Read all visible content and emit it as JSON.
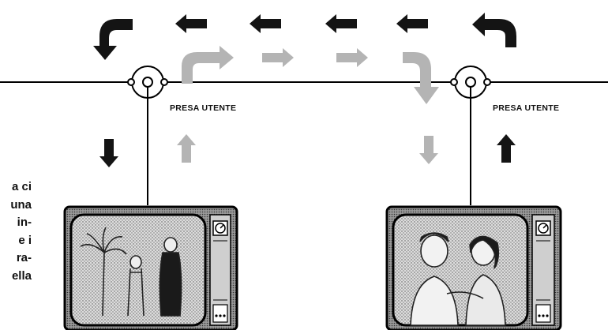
{
  "labels": {
    "outlet_left": "PRESA UTENTE",
    "outlet_right": "PRESA UTENTE"
  },
  "side_text_fragments": [
    "a ci",
    "una",
    "in-",
    "e i",
    "ra-",
    "ella"
  ],
  "colors": {
    "dark_arrow": "#141414",
    "light_arrow": "#b4b4b4",
    "line": "#000000"
  }
}
